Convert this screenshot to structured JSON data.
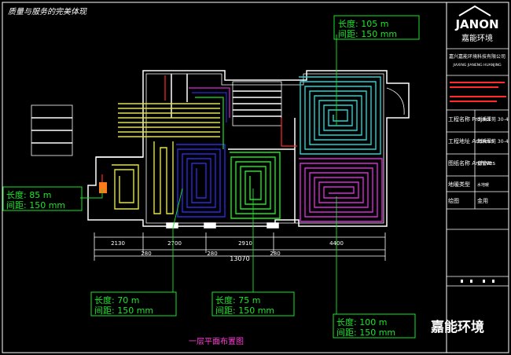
{
  "header": {
    "slogan": "质量与服务的完美体现"
  },
  "floor_title": "一层平面布置图",
  "dimensions": {
    "segments": [
      "2130",
      "2700",
      "2910",
      "4400"
    ],
    "walls": [
      "280",
      "280",
      "280"
    ],
    "total": "13070"
  },
  "callouts": [
    {
      "length": "长度: 105 m",
      "spacing": "间距: 150 mm"
    },
    {
      "length": "长度: 85 m",
      "spacing": "间距: 150 mm"
    },
    {
      "length": "长度: 70 m",
      "spacing": "间距: 150 mm"
    },
    {
      "length": "长度: 75 m",
      "spacing": "间距: 150 mm"
    },
    {
      "length": "长度: 100 m",
      "spacing": "间距: 150 mm"
    }
  ],
  "title_block": {
    "logo": "JANON",
    "logo_cn": "嘉能环境",
    "company": "嘉兴嘉能环境科技有限公司",
    "company_en": "JIAXING JIANENG HUANJING",
    "rows": [
      {
        "label": "工程名称 Project",
        "value": "南溪翠苑 30-4"
      },
      {
        "label": "工程地址 Address",
        "value": "南溪翠苑 30-4"
      },
      {
        "label": "图纸名称 Archives",
        "value": "盘管图"
      },
      {
        "label": "地暖类型",
        "value": "水地暖"
      },
      {
        "label": "绘图",
        "value": "金用"
      }
    ]
  },
  "watermark": "嘉能环境",
  "colors": {
    "wall": "#ffffff",
    "callout": "#19e62a",
    "coil_blue": "#2a2adf",
    "coil_cyan": "#22d3d3",
    "coil_magenta": "#d82ad8",
    "coil_yellow": "#e6e61a",
    "coil_green": "#1ee61e",
    "pipe_red": "#ff2a2a"
  }
}
